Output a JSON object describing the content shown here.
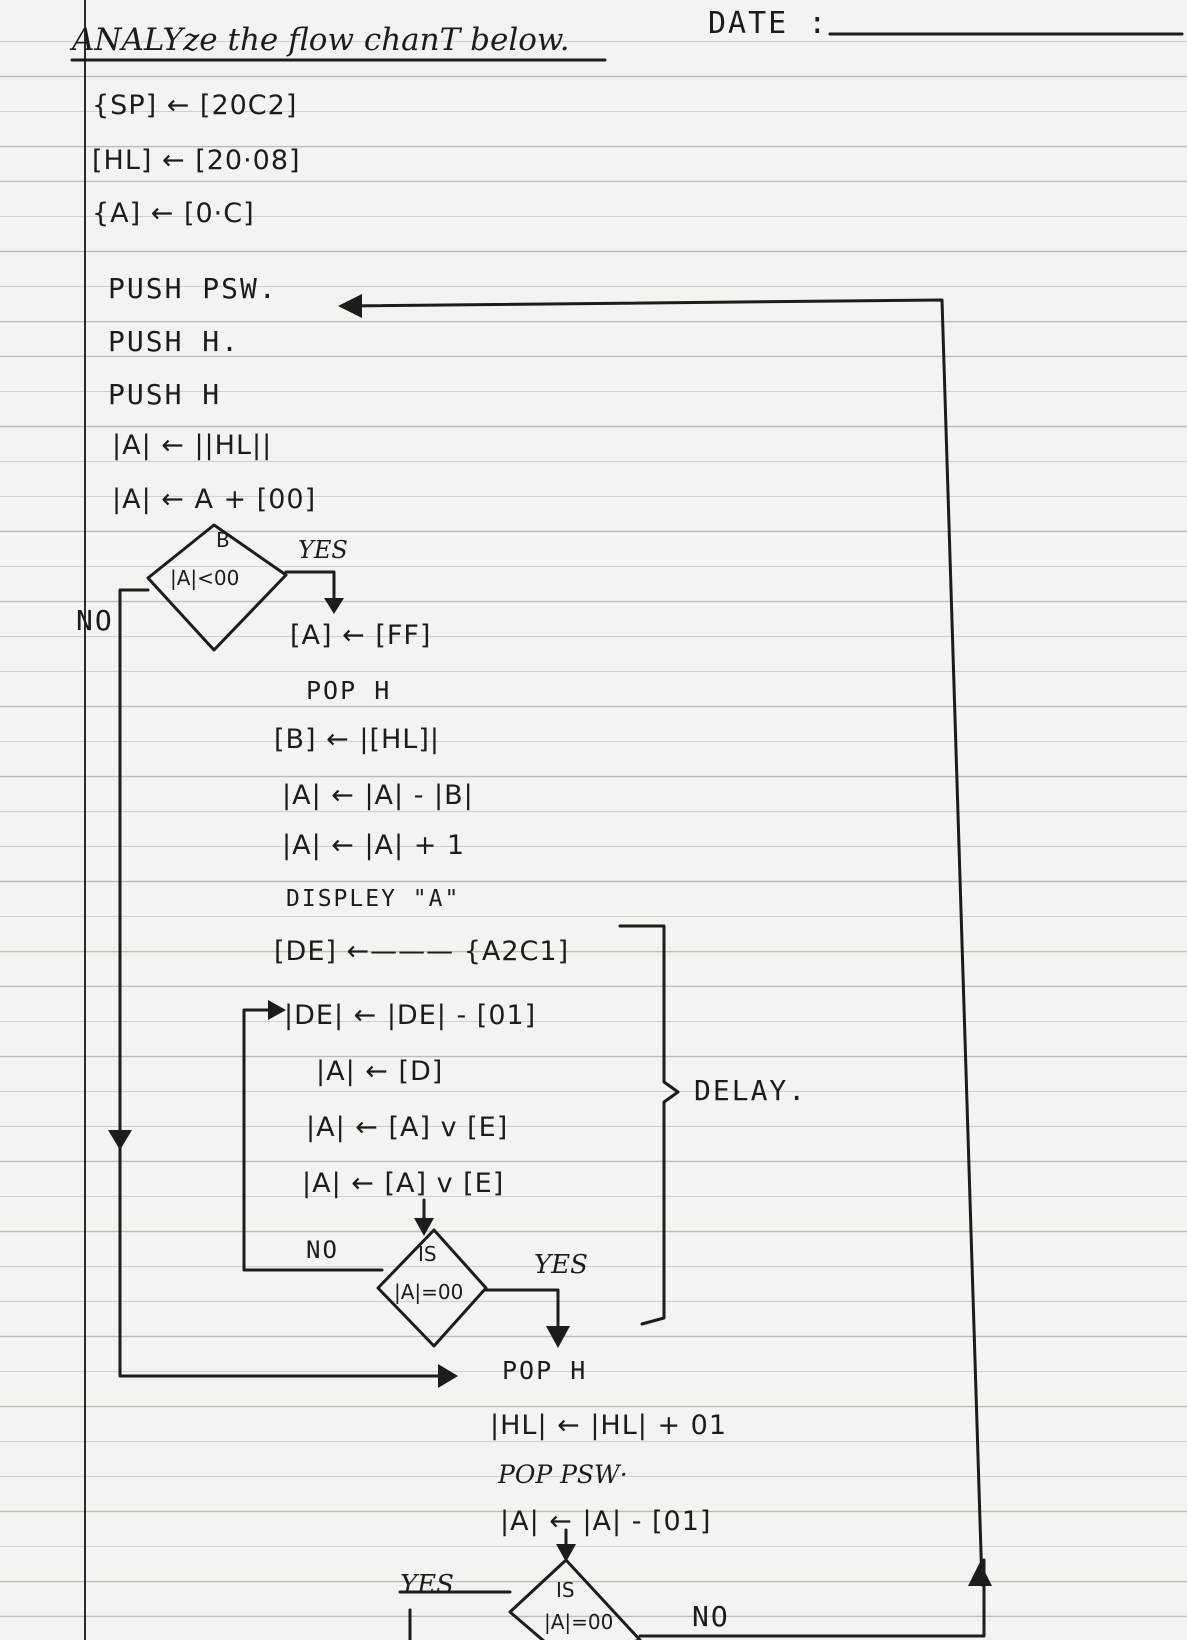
{
  "page": {
    "title": "ANALYze the flow chanT below.",
    "date_label": "DATE :"
  },
  "init": {
    "line1": "{SP] ← [20C2]",
    "line2": "[HL] ← [20·08]",
    "line3": "{A] ← [0·C]"
  },
  "main": {
    "push_psw": "PUSH PSW.",
    "push_h1": "PUSH H.",
    "push_h2": "PUSH H",
    "load_a": "|A| ← ||HL||",
    "add_a": "|A| ← A + [00]"
  },
  "decision1": {
    "tag": "B",
    "condition": "|A|<00",
    "yes_label": "YES",
    "no_label": "NO"
  },
  "yes_branch": {
    "set_a": "[A] ← [FF]",
    "pop_h": "POP H",
    "load_b": "[B] ← |[HL]|",
    "sub": "|A| ← |A| - |B|",
    "inc": "|A| ← |A| + 1",
    "display": "DISPLEY \"A\""
  },
  "delay": {
    "init": "[DE] ←——— {A2C1]",
    "dec": "|DE| ← |DE| - [01]",
    "mov": "|A| ← [D]",
    "or1": "|A| ← [A] v [E]",
    "or2": "|A| ← [A] v [E]",
    "decision_tag": "IS",
    "decision_cond": "|A|=00",
    "no_label": "NO",
    "yes_label": "YES",
    "brace_label": "DELAY."
  },
  "tail": {
    "pop_h": "POP H",
    "inc_hl": "|HL| ← |HL| + 01",
    "pop_psw": "POP PSW·",
    "dec_a": "|A| ← |A| - [01]"
  },
  "decision3": {
    "tag": "IS",
    "condition": "|A|=00",
    "yes_label": "YES",
    "no_label": "NO"
  }
}
